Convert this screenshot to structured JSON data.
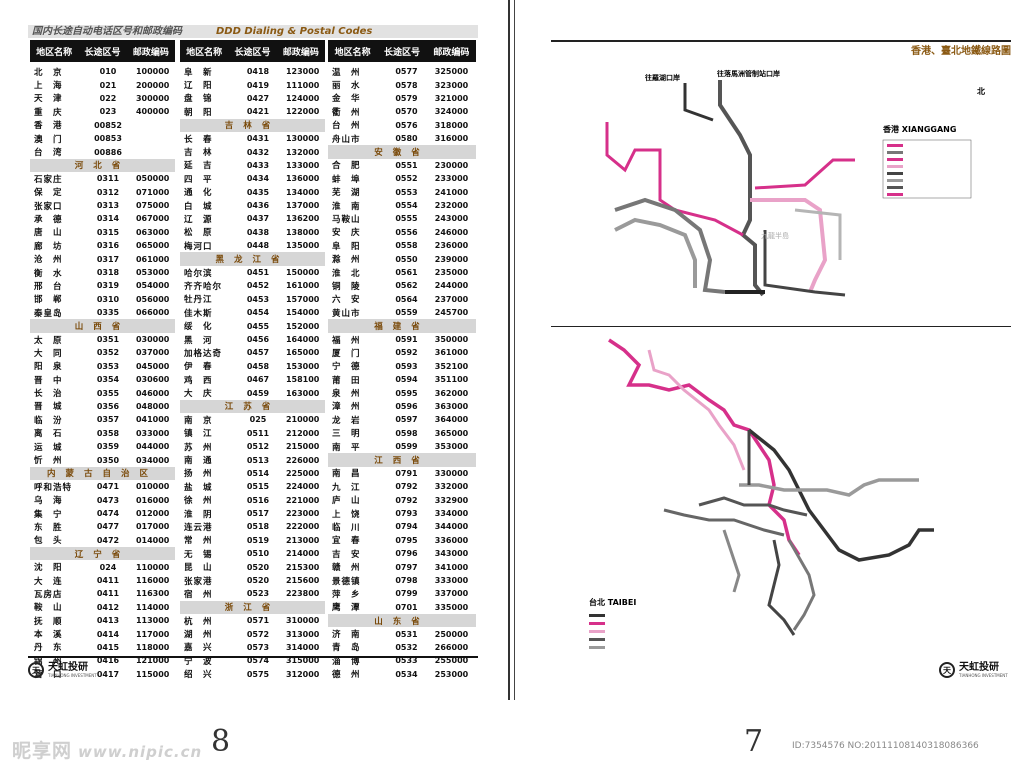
{
  "header": {
    "title_cn": "国内长途自动电话区号和邮政编码",
    "title_en": "DDD Dialing & Postal Codes"
  },
  "column_headers": [
    "地区名称",
    "长途区号",
    "邮政编码"
  ],
  "columns": [
    [
      {
        "n": "北　京",
        "a": "010",
        "p": "100000"
      },
      {
        "n": "上　海",
        "a": "021",
        "p": "200000"
      },
      {
        "n": "天　津",
        "a": "022",
        "p": "300000"
      },
      {
        "n": "重　庆",
        "a": "023",
        "p": "400000"
      },
      {
        "n": "香　港",
        "a": "00852",
        "p": ""
      },
      {
        "n": "澳　门",
        "a": "00853",
        "p": ""
      },
      {
        "n": "台　湾",
        "a": "00886",
        "p": ""
      },
      {
        "h": "河北省"
      },
      {
        "n": "石家庄",
        "a": "0311",
        "p": "050000"
      },
      {
        "n": "保　定",
        "a": "0312",
        "p": "071000"
      },
      {
        "n": "张家口",
        "a": "0313",
        "p": "075000"
      },
      {
        "n": "承　德",
        "a": "0314",
        "p": "067000"
      },
      {
        "n": "唐　山",
        "a": "0315",
        "p": "063000"
      },
      {
        "n": "廊　坊",
        "a": "0316",
        "p": "065000"
      },
      {
        "n": "沧　州",
        "a": "0317",
        "p": "061000"
      },
      {
        "n": "衡　水",
        "a": "0318",
        "p": "053000"
      },
      {
        "n": "邢　台",
        "a": "0319",
        "p": "054000"
      },
      {
        "n": "邯　郸",
        "a": "0310",
        "p": "056000"
      },
      {
        "n": "秦皇岛",
        "a": "0335",
        "p": "066000"
      },
      {
        "h": "山西省"
      },
      {
        "n": "太　原",
        "a": "0351",
        "p": "030000"
      },
      {
        "n": "大　同",
        "a": "0352",
        "p": "037000"
      },
      {
        "n": "阳　泉",
        "a": "0353",
        "p": "045000"
      },
      {
        "n": "晋　中",
        "a": "0354",
        "p": "030600"
      },
      {
        "n": "长　治",
        "a": "0355",
        "p": "046000"
      },
      {
        "n": "晋　城",
        "a": "0356",
        "p": "048000"
      },
      {
        "n": "临　汾",
        "a": "0357",
        "p": "041000"
      },
      {
        "n": "离　石",
        "a": "0358",
        "p": "033000"
      },
      {
        "n": "运　城",
        "a": "0359",
        "p": "044000"
      },
      {
        "n": "忻　州",
        "a": "0350",
        "p": "034000"
      },
      {
        "h": "内蒙古自治区"
      },
      {
        "n": "呼和浩特",
        "a": "0471",
        "p": "010000"
      },
      {
        "n": "乌　海",
        "a": "0473",
        "p": "016000"
      },
      {
        "n": "集　宁",
        "a": "0474",
        "p": "012000"
      },
      {
        "n": "东　胜",
        "a": "0477",
        "p": "017000"
      },
      {
        "n": "包　头",
        "a": "0472",
        "p": "014000"
      },
      {
        "h": "辽宁省"
      },
      {
        "n": "沈　阳",
        "a": "024",
        "p": "110000"
      },
      {
        "n": "大　连",
        "a": "0411",
        "p": "116000"
      },
      {
        "n": "瓦房店",
        "a": "0411",
        "p": "116300"
      },
      {
        "n": "鞍　山",
        "a": "0412",
        "p": "114000"
      },
      {
        "n": "抚　顺",
        "a": "0413",
        "p": "113000"
      },
      {
        "n": "本　溪",
        "a": "0414",
        "p": "117000"
      },
      {
        "n": "丹　东",
        "a": "0415",
        "p": "118000"
      },
      {
        "n": "锦　州",
        "a": "0416",
        "p": "121000"
      },
      {
        "n": "营　口",
        "a": "0417",
        "p": "115000"
      }
    ],
    [
      {
        "n": "阜　新",
        "a": "0418",
        "p": "123000"
      },
      {
        "n": "辽　阳",
        "a": "0419",
        "p": "111000"
      },
      {
        "n": "盘　锦",
        "a": "0427",
        "p": "124000"
      },
      {
        "n": "朝　阳",
        "a": "0421",
        "p": "122000"
      },
      {
        "h": "吉林省"
      },
      {
        "n": "长　春",
        "a": "0431",
        "p": "130000"
      },
      {
        "n": "吉　林",
        "a": "0432",
        "p": "132000"
      },
      {
        "n": "延　吉",
        "a": "0433",
        "p": "133000"
      },
      {
        "n": "四　平",
        "a": "0434",
        "p": "136000"
      },
      {
        "n": "通　化",
        "a": "0435",
        "p": "134000"
      },
      {
        "n": "白　城",
        "a": "0436",
        "p": "137000"
      },
      {
        "n": "辽　源",
        "a": "0437",
        "p": "136200"
      },
      {
        "n": "松　原",
        "a": "0438",
        "p": "138000"
      },
      {
        "n": "梅河口",
        "a": "0448",
        "p": "135000"
      },
      {
        "h": "黑龙江省"
      },
      {
        "n": "哈尔滨",
        "a": "0451",
        "p": "150000"
      },
      {
        "n": "齐齐哈尔",
        "a": "0452",
        "p": "161000"
      },
      {
        "n": "牡丹江",
        "a": "0453",
        "p": "157000"
      },
      {
        "n": "佳木斯",
        "a": "0454",
        "p": "154000"
      },
      {
        "n": "绥　化",
        "a": "0455",
        "p": "152000"
      },
      {
        "n": "黑　河",
        "a": "0456",
        "p": "164000"
      },
      {
        "n": "加格达奇",
        "a": "0457",
        "p": "165000"
      },
      {
        "n": "伊　春",
        "a": "0458",
        "p": "153000"
      },
      {
        "n": "鸡　西",
        "a": "0467",
        "p": "158100"
      },
      {
        "n": "大　庆",
        "a": "0459",
        "p": "163000"
      },
      {
        "h": "江苏省"
      },
      {
        "n": "南　京",
        "a": "025",
        "p": "210000"
      },
      {
        "n": "镇　江",
        "a": "0511",
        "p": "212000"
      },
      {
        "n": "苏　州",
        "a": "0512",
        "p": "215000"
      },
      {
        "n": "南　通",
        "a": "0513",
        "p": "226000"
      },
      {
        "n": "扬　州",
        "a": "0514",
        "p": "225000"
      },
      {
        "n": "盐　城",
        "a": "0515",
        "p": "224000"
      },
      {
        "n": "徐　州",
        "a": "0516",
        "p": "221000"
      },
      {
        "n": "淮　阴",
        "a": "0517",
        "p": "223000"
      },
      {
        "n": "连云港",
        "a": "0518",
        "p": "222000"
      },
      {
        "n": "常　州",
        "a": "0519",
        "p": "213000"
      },
      {
        "n": "无　锡",
        "a": "0510",
        "p": "214000"
      },
      {
        "n": "昆　山",
        "a": "0520",
        "p": "215300"
      },
      {
        "n": "张家港",
        "a": "0520",
        "p": "215600"
      },
      {
        "n": "宿　州",
        "a": "0523",
        "p": "223800"
      },
      {
        "h": "浙江省"
      },
      {
        "n": "杭　州",
        "a": "0571",
        "p": "310000"
      },
      {
        "n": "湖　州",
        "a": "0572",
        "p": "313000"
      },
      {
        "n": "嘉　兴",
        "a": "0573",
        "p": "314000"
      },
      {
        "n": "宁　波",
        "a": "0574",
        "p": "315000"
      },
      {
        "n": "绍　兴",
        "a": "0575",
        "p": "312000"
      }
    ],
    [
      {
        "n": "温　州",
        "a": "0577",
        "p": "325000"
      },
      {
        "n": "丽　水",
        "a": "0578",
        "p": "323000"
      },
      {
        "n": "金　华",
        "a": "0579",
        "p": "321000"
      },
      {
        "n": "衢　州",
        "a": "0570",
        "p": "324000"
      },
      {
        "n": "台　州",
        "a": "0576",
        "p": "318000"
      },
      {
        "n": "舟山市",
        "a": "0580",
        "p": "316000"
      },
      {
        "h": "安徽省"
      },
      {
        "n": "合　肥",
        "a": "0551",
        "p": "230000"
      },
      {
        "n": "蚌　埠",
        "a": "0552",
        "p": "233000"
      },
      {
        "n": "芜　湖",
        "a": "0553",
        "p": "241000"
      },
      {
        "n": "淮　南",
        "a": "0554",
        "p": "232000"
      },
      {
        "n": "马鞍山",
        "a": "0555",
        "p": "243000"
      },
      {
        "n": "安　庆",
        "a": "0556",
        "p": "246000"
      },
      {
        "n": "阜　阳",
        "a": "0558",
        "p": "236000"
      },
      {
        "n": "滁　州",
        "a": "0550",
        "p": "239000"
      },
      {
        "n": "淮　北",
        "a": "0561",
        "p": "235000"
      },
      {
        "n": "铜　陵",
        "a": "0562",
        "p": "244000"
      },
      {
        "n": "六　安",
        "a": "0564",
        "p": "237000"
      },
      {
        "n": "黄山市",
        "a": "0559",
        "p": "245700"
      },
      {
        "h": "福建省"
      },
      {
        "n": "福　州",
        "a": "0591",
        "p": "350000"
      },
      {
        "n": "厦　门",
        "a": "0592",
        "p": "361000"
      },
      {
        "n": "宁　德",
        "a": "0593",
        "p": "352100"
      },
      {
        "n": "莆　田",
        "a": "0594",
        "p": "351100"
      },
      {
        "n": "泉　州",
        "a": "0595",
        "p": "362000"
      },
      {
        "n": "漳　州",
        "a": "0596",
        "p": "363000"
      },
      {
        "n": "龙　岩",
        "a": "0597",
        "p": "364000"
      },
      {
        "n": "三　明",
        "a": "0598",
        "p": "365000"
      },
      {
        "n": "南　平",
        "a": "0599",
        "p": "353000"
      },
      {
        "h": "江西省"
      },
      {
        "n": "南　昌",
        "a": "0791",
        "p": "330000"
      },
      {
        "n": "九　江",
        "a": "0792",
        "p": "332000"
      },
      {
        "n": "庐　山",
        "a": "0792",
        "p": "332900"
      },
      {
        "n": "上　饶",
        "a": "0793",
        "p": "334000"
      },
      {
        "n": "临　川",
        "a": "0794",
        "p": "344000"
      },
      {
        "n": "宜　春",
        "a": "0795",
        "p": "336000"
      },
      {
        "n": "吉　安",
        "a": "0796",
        "p": "343000"
      },
      {
        "n": "赣　州",
        "a": "0797",
        "p": "341000"
      },
      {
        "n": "景德镇",
        "a": "0798",
        "p": "333000"
      },
      {
        "n": "萍　乡",
        "a": "0799",
        "p": "337000"
      },
      {
        "n": "鹰　潭",
        "a": "0701",
        "p": "335000"
      },
      {
        "h": "山东省"
      },
      {
        "n": "济　南",
        "a": "0531",
        "p": "250000"
      },
      {
        "n": "青　岛",
        "a": "0532",
        "p": "266000"
      },
      {
        "n": "淄　博",
        "a": "0533",
        "p": "255000"
      },
      {
        "n": "德　州",
        "a": "0534",
        "p": "253000"
      }
    ]
  ],
  "right_page": {
    "title": "香港、臺北地鐵線路圖",
    "hk_label": "香港 XIANGGANG",
    "tp_label": "台北 TAIBEI",
    "hk_stations": {
      "lo_wu": "往羅湖口岸",
      "lok_ma_chau": "往落馬洲管制站口岸",
      "east_kowloon": "九龍半島"
    },
    "north_mark": "北"
  },
  "logo": {
    "name": "天虹投研",
    "sub": "TIANHONG INVESTMENT"
  },
  "page_numbers": {
    "left": "8",
    "right": "7"
  },
  "watermark": {
    "text": "昵享网",
    "url": "www.nipic.cn"
  },
  "image_id": "ID:7354576 NO:20111108140318086366",
  "colors": {
    "accent_brown": "#8b5a14",
    "magenta": "#d6308a",
    "pink": "#e9a2c8",
    "dark_line": "#333333",
    "gray_line": "#9a9a9a"
  }
}
